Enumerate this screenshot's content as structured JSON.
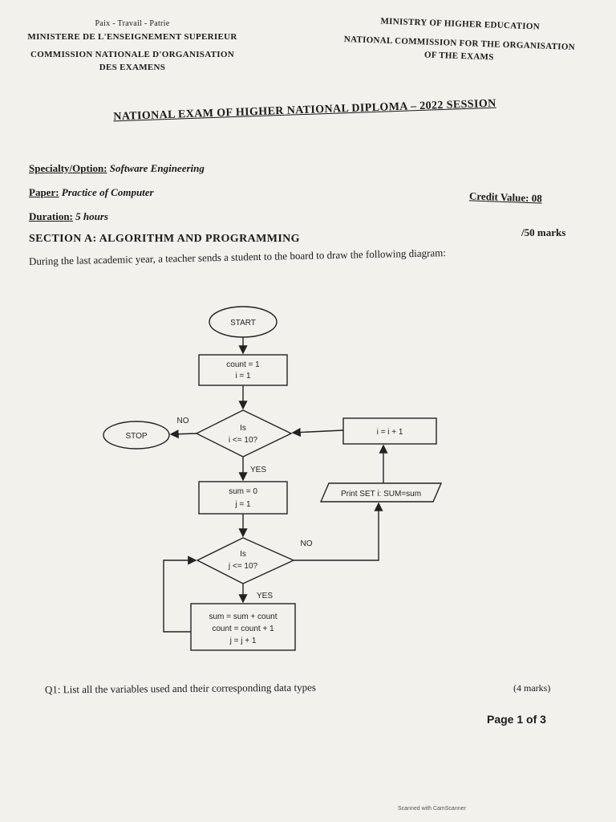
{
  "header": {
    "left": {
      "motto": "Paix - Travail - Patrie",
      "ministry": "MINISTERE DE L'ENSEIGNEMENT SUPERIEUR",
      "commission_line1": "COMMISSION NATIONALE D'ORGANISATION",
      "commission_line2": "DES EXAMENS"
    },
    "right": {
      "ministry": "MINISTRY OF HIGHER EDUCATION",
      "commission_line1": "NATIONAL COMMISSION FOR THE ORGANISATION",
      "commission_line2": "OF THE EXAMS"
    }
  },
  "exam_title": "NATIONAL EXAM OF HIGHER NATIONAL DIPLOMA – 2022 SESSION",
  "meta": {
    "specialty_label": "Specialty/Option:",
    "specialty_value": "Software Engineering",
    "paper_label": "Paper:",
    "paper_value": "Practice of Computer",
    "duration_label": "Duration:",
    "duration_value": "5 hours",
    "credit_value": "Credit Value: 08",
    "total_marks": "/50 marks"
  },
  "section_title": "SECTION A: ALGORITHM AND PROGRAMMING",
  "intro": "During the last academic year, a teacher sends a student to the board to draw the following diagram:",
  "flowchart": {
    "start": "START",
    "init_line1": "count = 1",
    "init_line2": "i = 1",
    "cond1_line1": "Is",
    "cond1_line2": "i <= 10?",
    "no1": "NO",
    "stop": "STOP",
    "yes1": "YES",
    "inner_init_line1": "sum = 0",
    "inner_init_line2": "j = 1",
    "cond2_line1": "Is",
    "cond2_line2": "j <= 10?",
    "no2": "NO",
    "yes2": "YES",
    "body_line1": "sum = sum + count",
    "body_line2": "count = count + 1",
    "body_line3": "j = j + 1",
    "print": "Print SET i: SUM=sum",
    "increment": "i = i + 1"
  },
  "question": {
    "text": "Q1: List all the variables used and their corresponding data types",
    "marks": "(4 marks)"
  },
  "page_number": "Page 1 of 3",
  "scanner_note": "Scanned with CamScanner"
}
